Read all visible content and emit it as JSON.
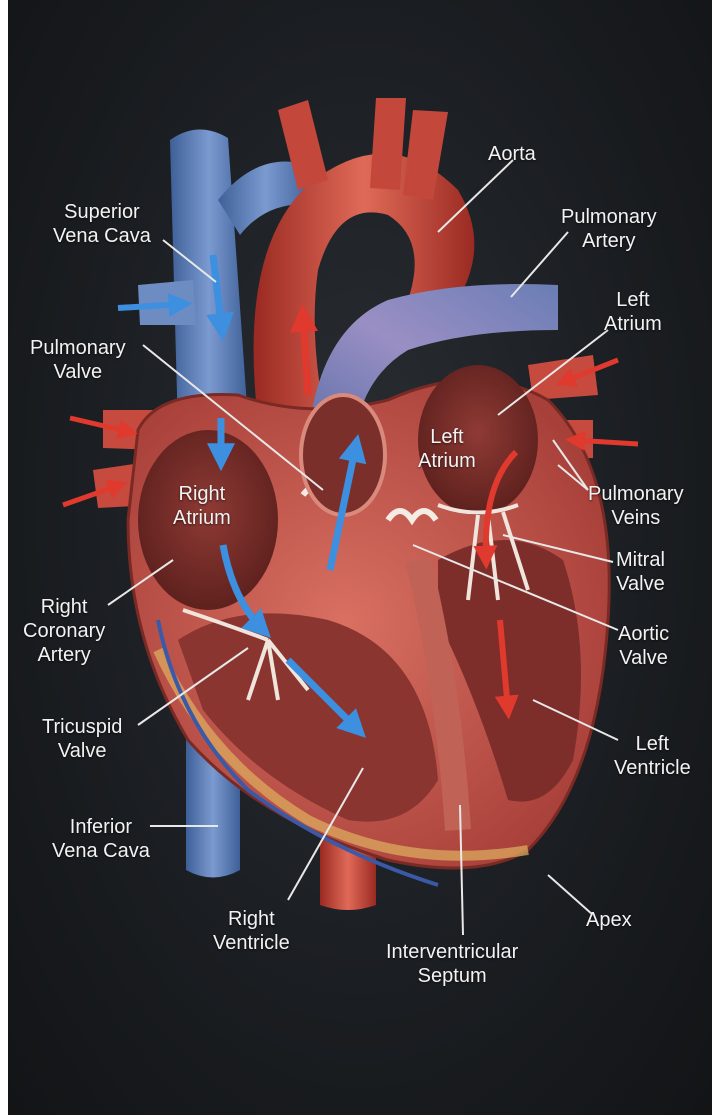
{
  "labels": {
    "aorta": [
      "Aorta"
    ],
    "superior_vena_cava": [
      "Superior",
      "Vena Cava"
    ],
    "pulmonary_artery": [
      "Pulmonary",
      "Artery"
    ],
    "left_atrium_outer": [
      "Left",
      "Atrium"
    ],
    "pulmonary_valve": [
      "Pulmonary",
      "Valve"
    ],
    "left_atrium_inner": [
      "Left",
      "Atrium"
    ],
    "right_atrium": [
      "Right",
      "Atrium"
    ],
    "pulmonary_veins": [
      "Pulmonary",
      "Veins"
    ],
    "mitral_valve": [
      "Mitral",
      "Valve"
    ],
    "right_coronary_artery": [
      "Right",
      "Coronary",
      "Artery"
    ],
    "aortic_valve": [
      "Aortic",
      "Valve"
    ],
    "tricuspid_valve": [
      "Tricuspid",
      "Valve"
    ],
    "left_ventricle": [
      "Left",
      "Ventricle"
    ],
    "inferior_vena_cava": [
      "Inferior",
      "Vena Cava"
    ],
    "right_ventricle": [
      "Right",
      "Ventricle"
    ],
    "interventricular_septum": [
      "Interventricular",
      "Septum"
    ],
    "apex": [
      "Apex"
    ]
  },
  "colors": {
    "background": "#1b1e22",
    "oxygenated": "#c8453b",
    "deoxygenated": "#5b7fb8",
    "myocardium": "#c85a4e",
    "arrow_blue": "#3d8fe0",
    "arrow_red": "#e0392e",
    "label_text": "#f2f2f2"
  }
}
